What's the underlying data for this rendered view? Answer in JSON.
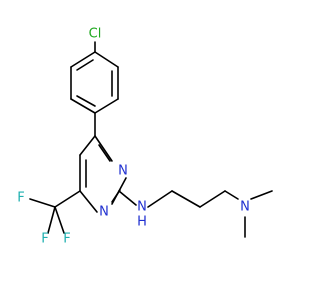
{
  "molecule": {
    "atoms": [
      {
        "id": "cl",
        "symbol": "Cl",
        "color": "#1fa81f"
      },
      {
        "id": "n_ring_top",
        "symbol": "N",
        "color": "#2030d0"
      },
      {
        "id": "n_ring_bottom",
        "symbol": "N",
        "color": "#2030d0"
      },
      {
        "id": "n_h",
        "symbol": "N",
        "color": "#2030d0"
      },
      {
        "id": "h",
        "symbol": "H",
        "color": "#2030d0"
      },
      {
        "id": "n_dimethyl",
        "symbol": "N",
        "color": "#2030d0"
      },
      {
        "id": "f_left",
        "symbol": "F",
        "color": "#1fb0b0"
      },
      {
        "id": "f_bottom_left",
        "symbol": "F",
        "color": "#1fb0b0"
      },
      {
        "id": "f_bottom_right",
        "symbol": "F",
        "color": "#1fb0b0"
      }
    ],
    "bond_color": "#000000"
  }
}
